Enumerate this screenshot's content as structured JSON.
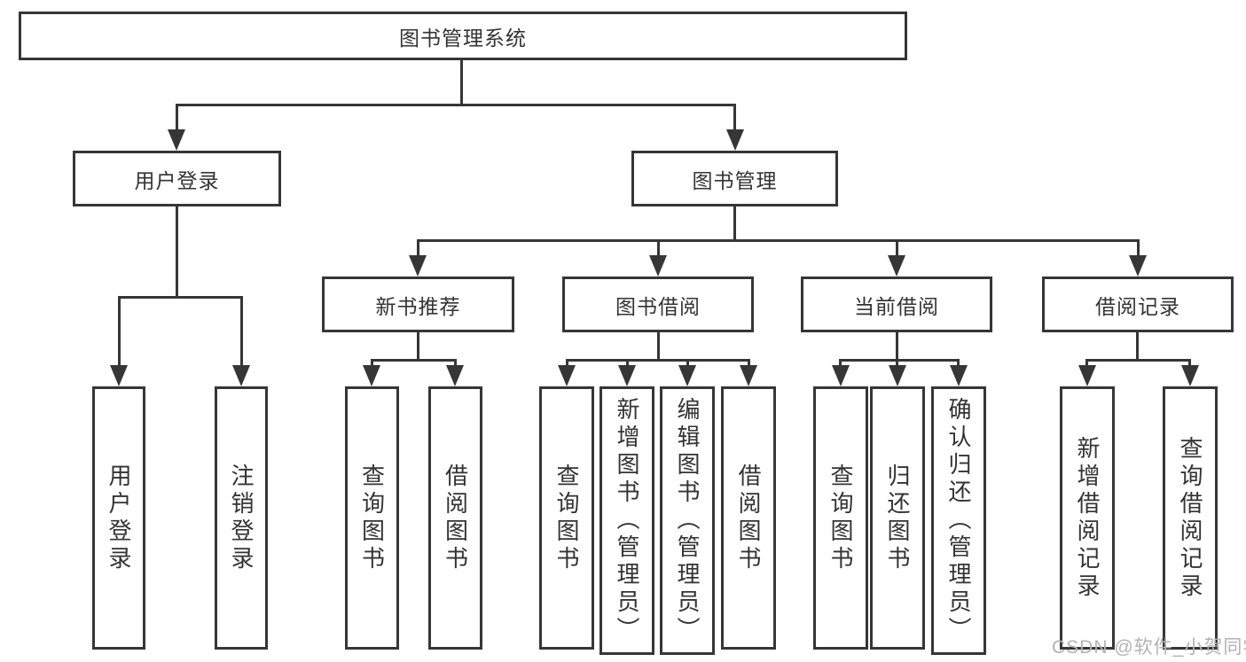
{
  "diagram": {
    "title": "图书管理系统",
    "watermark": "CSDN @软件_小贺同学",
    "colors": {
      "line": "#363636",
      "text": "#333333",
      "watermark": "#b3b3b3",
      "background": "#ffffff"
    },
    "tree": {
      "label": "图书管理系统",
      "children": [
        {
          "label": "用户登录",
          "children": [
            {
              "label": "用户登录"
            },
            {
              "label": "注销登录"
            }
          ]
        },
        {
          "label": "图书管理",
          "children": [
            {
              "label": "新书推荐",
              "children": [
                {
                  "label": "查询图书"
                },
                {
                  "label": "借阅图书"
                }
              ]
            },
            {
              "label": "图书借阅",
              "children": [
                {
                  "label": "查询图书"
                },
                {
                  "label": "新增图书（管理员）"
                },
                {
                  "label": "编辑图书（管理员）"
                },
                {
                  "label": "借阅图书"
                }
              ]
            },
            {
              "label": "当前借阅",
              "children": [
                {
                  "label": "查询图书"
                },
                {
                  "label": "归还图书"
                },
                {
                  "label": "确认归还（管理员）"
                }
              ]
            },
            {
              "label": "借阅记录",
              "children": [
                {
                  "label": "新增借阅记录"
                },
                {
                  "label": "查询借阅记录"
                }
              ]
            }
          ]
        }
      ]
    }
  }
}
